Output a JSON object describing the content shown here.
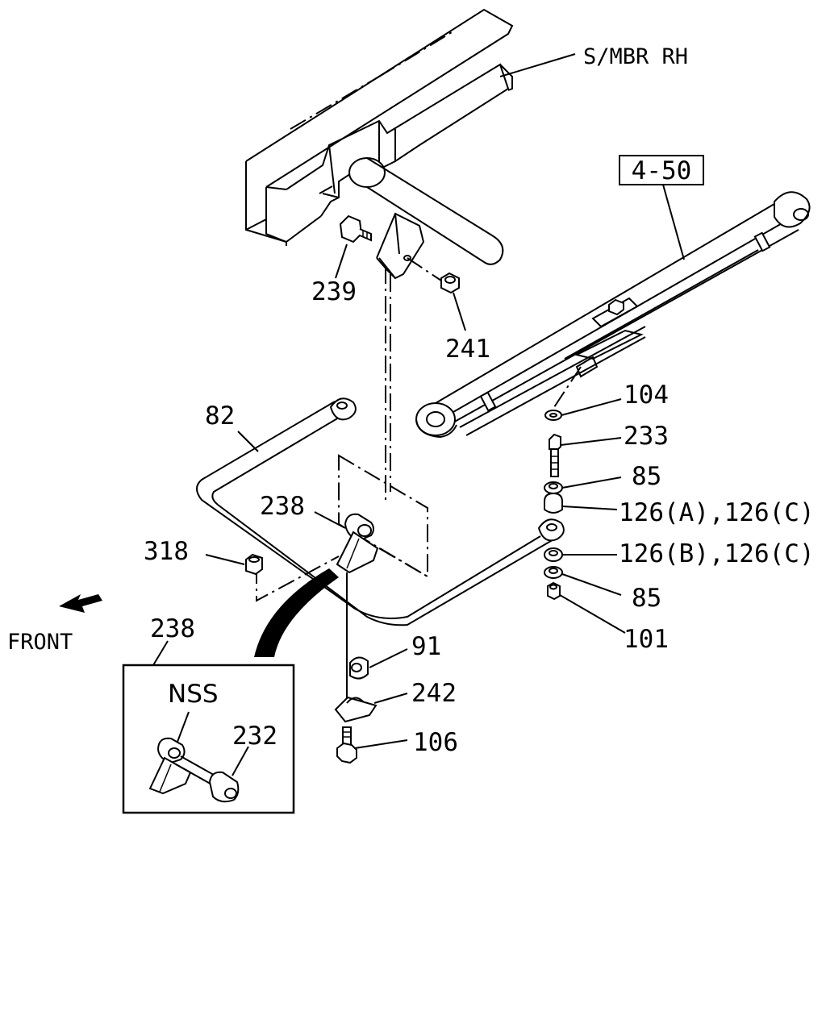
{
  "labels": {
    "smbr_rh": "S/MBR RH",
    "ref_box": "4-50",
    "p239": "239",
    "p241": "241",
    "p104": "104",
    "p233": "233",
    "p85a": "85",
    "p126ac": "126(A),126(C)",
    "p126bc": "126(B),126(C)",
    "p85b": "85",
    "p101": "101",
    "p82": "82",
    "p238": "238",
    "p318": "318",
    "front": "FRONT",
    "inset_238": "238",
    "p91": "91",
    "p242": "242",
    "p106": "106",
    "nss": "NSS",
    "p232": "232"
  }
}
